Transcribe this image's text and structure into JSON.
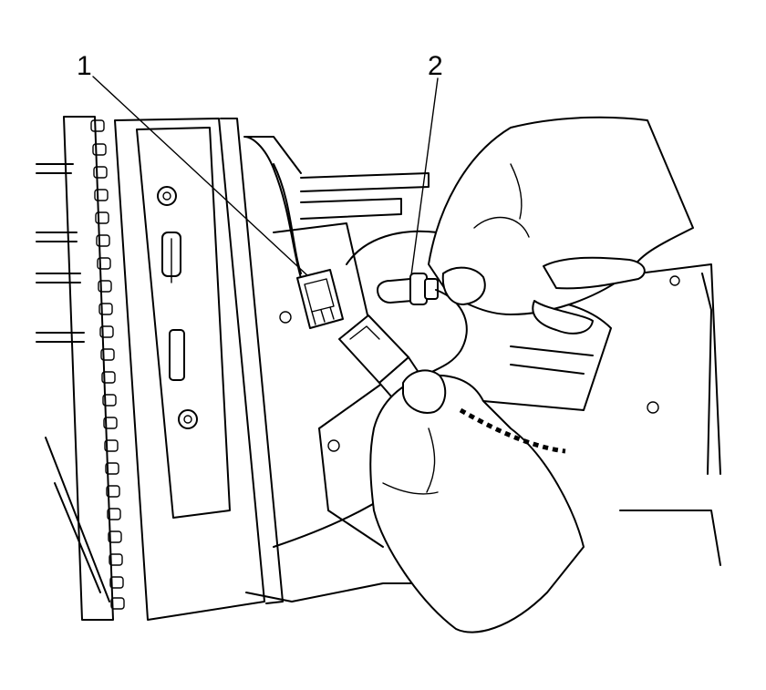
{
  "figure": {
    "callouts": [
      {
        "label": "1",
        "part": "connector"
      },
      {
        "label": "2",
        "part": "bulb-socket"
      }
    ]
  },
  "icons": {
    "connector": "electrical-connector-icon",
    "bulb": "bulb-socket-icon"
  }
}
